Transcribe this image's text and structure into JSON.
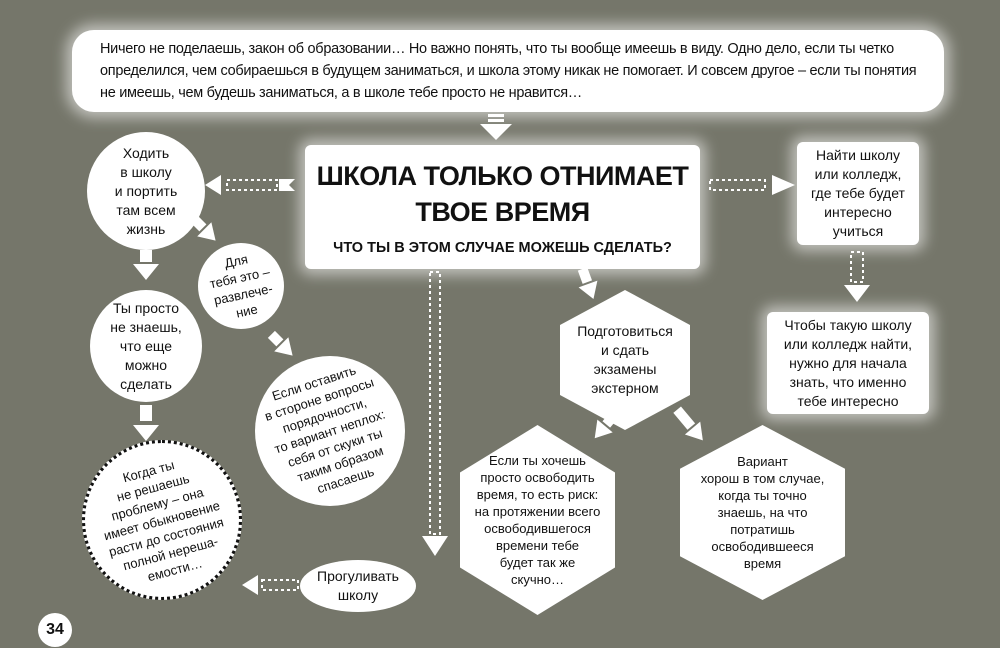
{
  "intro": "Ничего не поделаешь, закон об образовании… Но важно понять, что ты вообще имеешь в виду. Одно дело, если ты четко определился, чем собираешься в будущем заниматься, и школа этому никак не помогает.  И совсем другое – если ты понятия не имеешь, чем будешь заниматься, а в школе тебе просто не нравится…",
  "title": {
    "main": "ШКОЛА ТОЛЬКО ОТНИМАЕТ\nТВОЕ ВРЕМЯ",
    "sub": "ЧТО ТЫ В ЭТОМ СЛУЧАЕ  МОЖЕШЬ СДЕЛАТЬ?"
  },
  "nodes": {
    "go_to_school": "Ходить\nв школу\nи портить\nтам всем\nжизнь",
    "entertainment": "Для\nтебя это –\nразвлече-\nние",
    "dont_know": "Ты просто\nне знаешь,\nчто еще\nможно\nсделать",
    "decency": "Если оставить\nв стороне вопросы\nпорядочности,\nто вариант неплох:\nсебя от скуки ты\nтаким образом\nспасаешь",
    "problem": "Когда ты\nне решаешь\nпроблему – она\nимеет обыкновение\nрасти до состояния\nполной нереша-\nемости…",
    "skip": "Прогуливать\nшколу",
    "external": "Подготовиться\nи сдать\nэкзамены\nэкстерном",
    "free_time": "Если ты хочешь\nпросто освободить\nвремя, то есть риск:\nна протяжении всего\nосвободившегося\nвремени тебе\nбудет так же\nскучно…",
    "good_option": "Вариант\nхорош в том случае,\nкогда ты точно\nзнаешь, на что\nпотратишь\nосвободившееся\nвремя",
    "find_school": "Найти школу\nили колледж,\nгде тебе будет\nинтересно\nучиться",
    "to_find": "Чтобы такую школу\nили колледж найти,\nнужно для начала\nзнать, что именно\nтебе интересно"
  },
  "page_number": "34"
}
